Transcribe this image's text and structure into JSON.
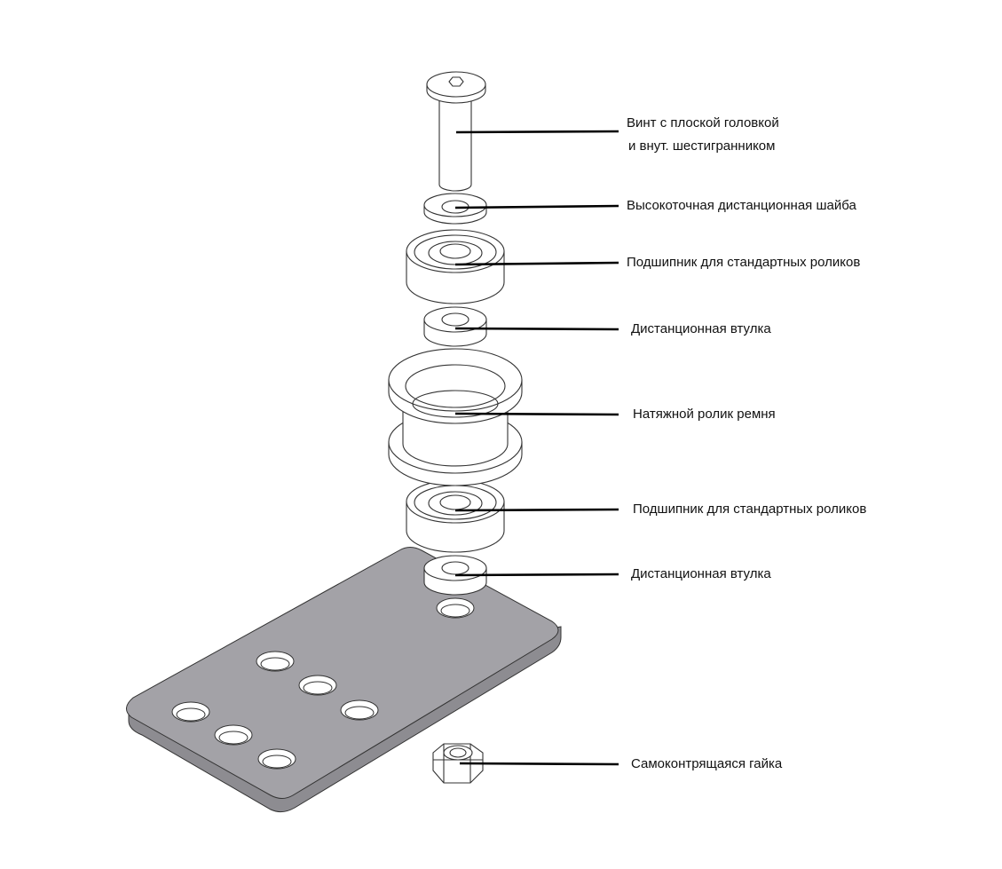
{
  "labels": {
    "screw_line1": "Винт с плоской головкой",
    "screw_line2": "и внут. шестигранником",
    "washer": "Высокоточная дистанционная шайба",
    "bearing_top": "Подшипник для стандартных роликов",
    "spacer_top": "Дистанционная втулка",
    "idler_pulley": "Натяжной ролик ремня",
    "bearing_bottom": "Подшипник для стандартных роликов",
    "spacer_bottom": "Дистанционная втулка",
    "nut": "Самоконтрящаяся гайка"
  },
  "colors": {
    "plate": "#a3a2a7",
    "plate_side": "#8d8c91",
    "leader": "#000000"
  }
}
